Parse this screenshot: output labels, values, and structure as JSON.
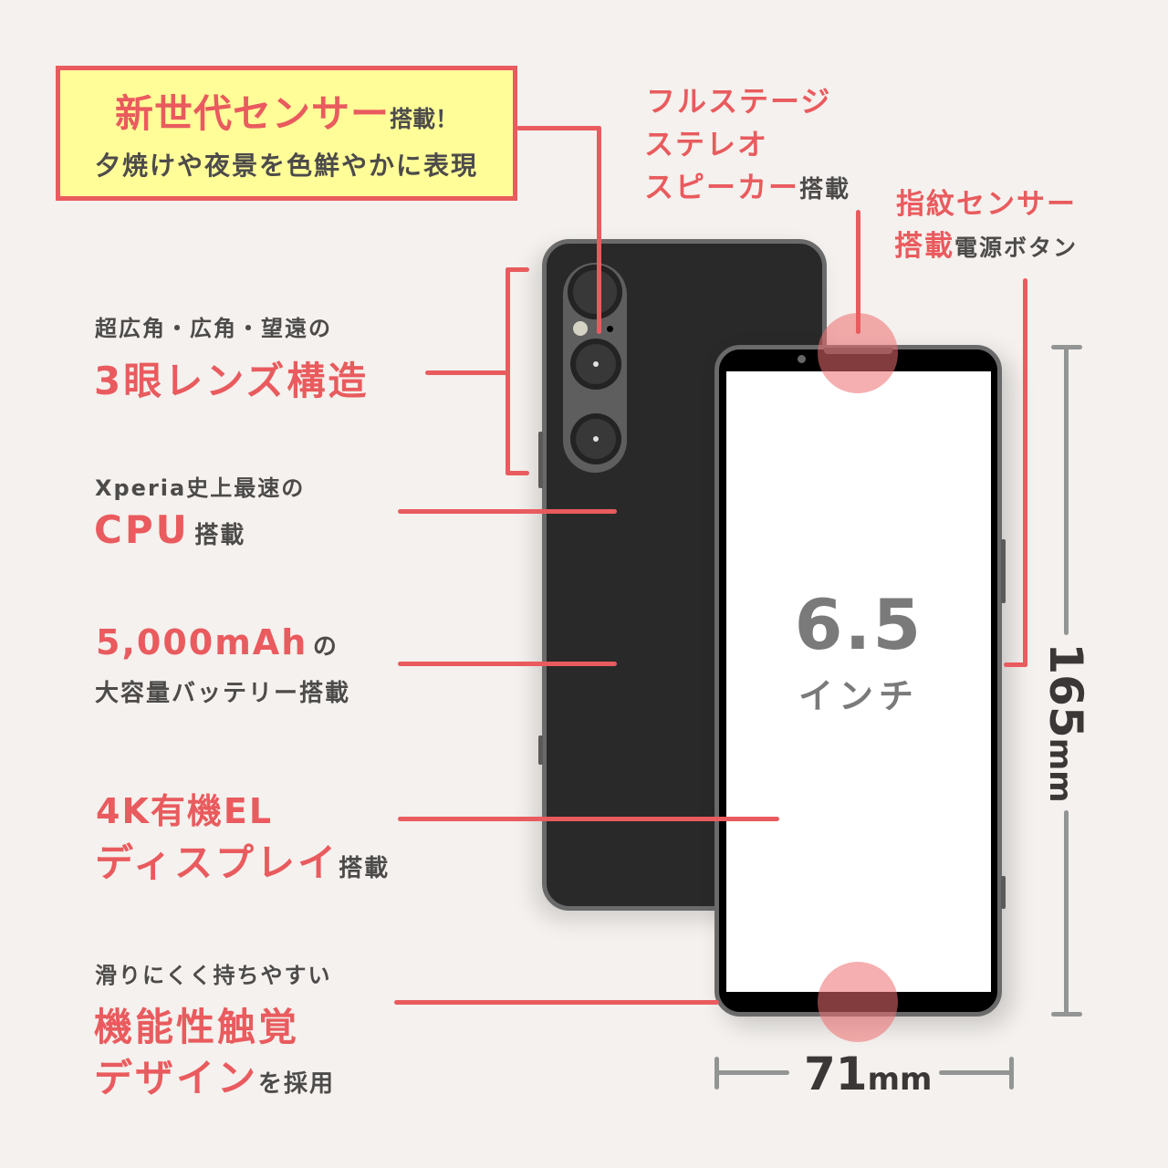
{
  "colors": {
    "background": "#f4f1ee",
    "accent_red": "#e95b5e",
    "text_gray": "#4d4b4a",
    "headline_bg": "#fffd98",
    "phone_body": "#292929",
    "phone_frame": "#6a6a6a",
    "dimension_line": "#939594"
  },
  "headline": {
    "title_red": "新世代センサー",
    "title_suffix": "搭載！",
    "subtitle": "夕焼けや夜景を色鮮やかに表現"
  },
  "callouts_right": {
    "speaker": {
      "line1": "フルステージ",
      "line2": "ステレオ",
      "line3_red": "スピーカー",
      "line3_suffix": "搭載"
    },
    "fingerprint": {
      "line1": "指紋センサー",
      "line2_red": "搭載",
      "line2_suffix": "電源ボタン"
    }
  },
  "callouts_left": [
    {
      "pre": "超広角・広角・望遠の",
      "main": "3眼レンズ構造",
      "suffix": ""
    },
    {
      "pre": "Xperia史上最速の",
      "main": "CPU",
      "suffix": "搭載"
    },
    {
      "main": "5,000mAh",
      "suffix": "の",
      "post": "大容量バッテリー搭載"
    },
    {
      "main": "4K有機EL",
      "main2": "ディスプレイ",
      "suffix": "搭載"
    },
    {
      "pre": "滑りにくく持ちやすい",
      "main": "機能性触覚",
      "main2": "デザイン",
      "suffix": "を採用"
    }
  ],
  "screen": {
    "size_value": "6.5",
    "size_unit": "インチ"
  },
  "dimensions": {
    "height_value": "165",
    "height_unit": "mm",
    "width_value": "71",
    "width_unit": "mm"
  }
}
